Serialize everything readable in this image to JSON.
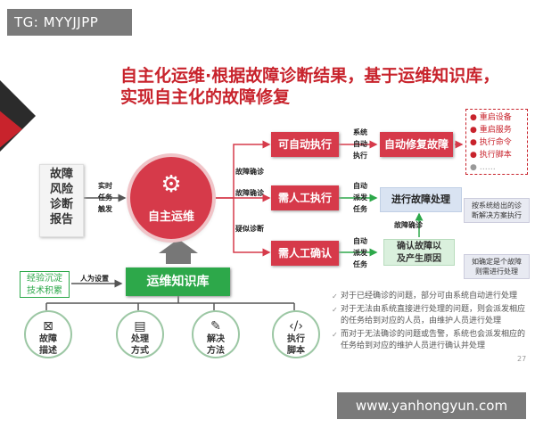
{
  "watermark_top": "TG: MYYJJPP",
  "watermark_bottom": "www.yanhongyun.com",
  "title_line1": "自主化运维·根据故障诊断结果，基于运维知识库，",
  "title_line2": "实现自主化的故障修复",
  "risk_box": [
    "故障",
    "风险",
    "诊断",
    "报告"
  ],
  "realtime_label": [
    "实时",
    "任务",
    "触发"
  ],
  "main_circle": {
    "icon": "gear-wrench-icon",
    "label": "自主运维"
  },
  "kb_label": "运维知识库",
  "experience_box": [
    "经验沉淀",
    "技术积累"
  ],
  "human_setting": "人为设置",
  "resources": [
    {
      "icon": "fault-icon",
      "glyph": "⊠",
      "label": [
        "故障",
        "描述"
      ]
    },
    {
      "icon": "document-icon",
      "glyph": "▤",
      "label": [
        "处理",
        "方式"
      ]
    },
    {
      "icon": "wrench-icon",
      "glyph": "✎",
      "label": [
        "解决",
        "方法"
      ]
    },
    {
      "icon": "code-icon",
      "glyph": "‹/›",
      "label": [
        "执行",
        "脚本"
      ]
    }
  ],
  "branch_labels": [
    "故障确诊",
    "故障确诊",
    "疑似诊断"
  ],
  "auto_exec": {
    "label": "可自动执行",
    "side": [
      "系统",
      "自动",
      "执行"
    ],
    "result": "自动修复故障"
  },
  "manual_exec": {
    "label": "需人工执行",
    "side": [
      "自动",
      "派发",
      "任务"
    ],
    "result": "进行故障处理"
  },
  "manual_confirm": {
    "label": "需人工确认",
    "side": [
      "自动",
      "派发",
      "任务"
    ],
    "result": [
      "确认故障以",
      "及产生原因"
    ]
  },
  "fault_confirm_label": "故障确诊",
  "actions": [
    "重启设备",
    "重启服务",
    "执行命令",
    "执行脚本",
    "……"
  ],
  "note1": [
    "按系统给出的诊",
    "断解决方案执行"
  ],
  "note2": [
    "如确定是个故障",
    "则需进行处理"
  ],
  "bullets": [
    "对于已经确诊的问题，部分可由系统自动进行处理",
    "对于无法由系统直接进行处理的问题，则会派发相应的任务给到对应的人员，由维护人员进行处理",
    "而对于无法确诊的问题或告警，系统也会派发相应的任务给到对应的维护人员进行确认并处理"
  ],
  "page_number": "27",
  "colors": {
    "red": "#d63a4a",
    "green": "#2da84a",
    "title_red": "#c8232c"
  }
}
